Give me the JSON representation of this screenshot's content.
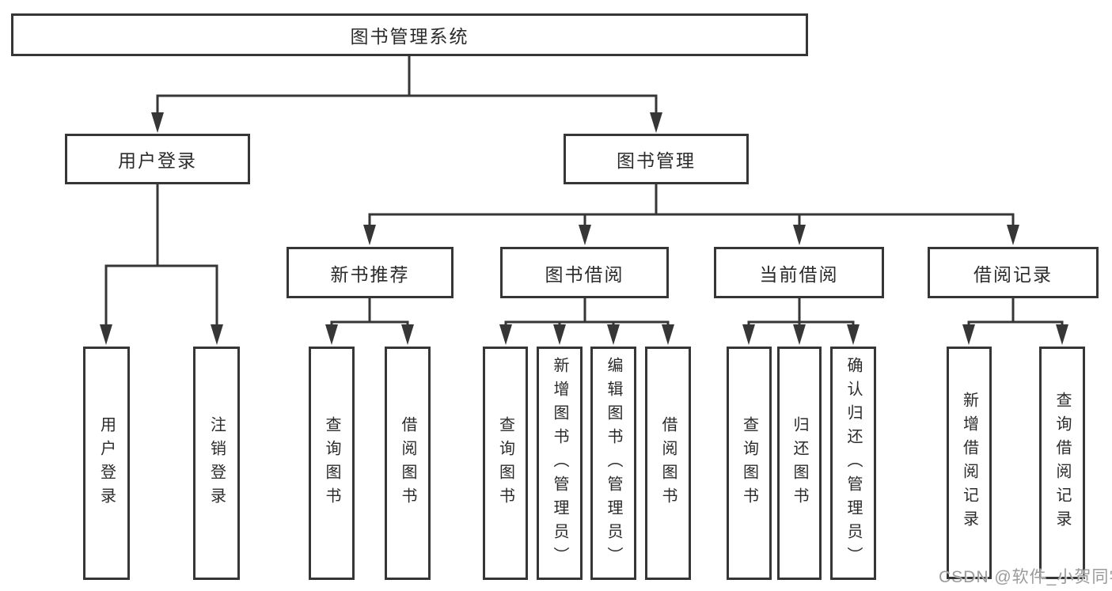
{
  "tree": {
    "root": {
      "label": "图书管理系统",
      "children": [
        {
          "label": "用户登录",
          "children": [
            {
              "label": "用户登录"
            },
            {
              "label": "注销登录"
            }
          ]
        },
        {
          "label": "图书管理",
          "children": [
            {
              "label": "新书推荐",
              "children": [
                {
                  "label": "查询图书"
                },
                {
                  "label": "借阅图书"
                }
              ]
            },
            {
              "label": "图书借阅",
              "children": [
                {
                  "label": "查询图书"
                },
                {
                  "label": "新增图书（管理员）"
                },
                {
                  "label": "编辑图书（管理员）"
                },
                {
                  "label": "借阅图书"
                }
              ]
            },
            {
              "label": "当前借阅",
              "children": [
                {
                  "label": "查询图书"
                },
                {
                  "label": "归还图书"
                },
                {
                  "label": "确认归还（管理员）"
                }
              ]
            },
            {
              "label": "借阅记录",
              "children": [
                {
                  "label": "新增借阅记录"
                },
                {
                  "label": "查询借阅记录"
                }
              ]
            }
          ]
        }
      ]
    }
  },
  "watermark": {
    "text": "CSDN @软件_小贺同学"
  },
  "colors": {
    "line": "#363636",
    "text": "#2b2b2b",
    "background": "#ffffff",
    "watermark_text": "#9b9b9b"
  }
}
